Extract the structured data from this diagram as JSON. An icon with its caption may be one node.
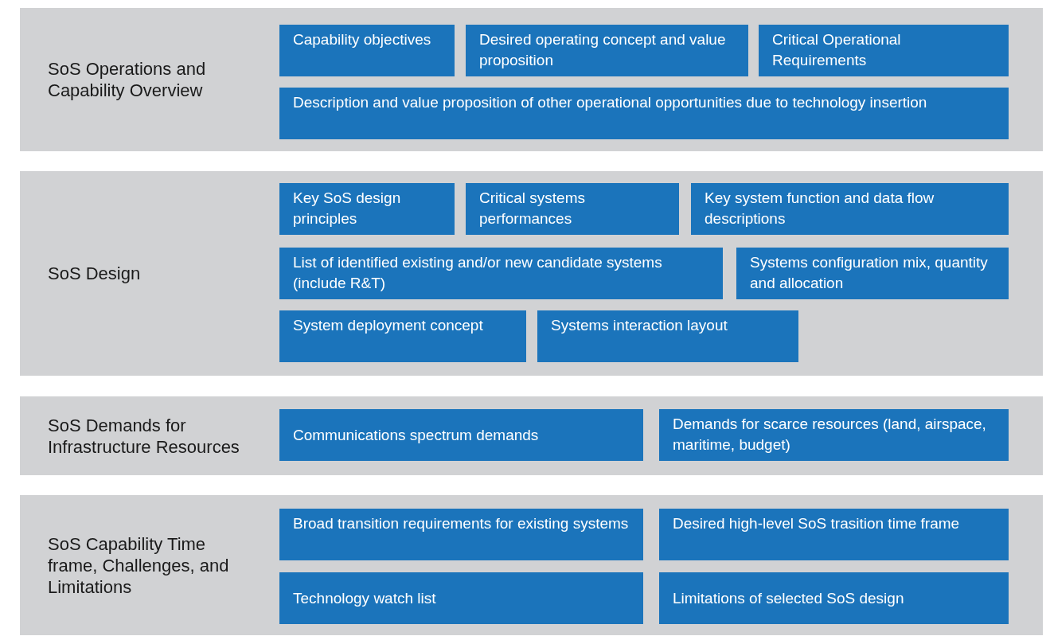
{
  "diagram": {
    "nodes": [
      {
        "text": [
          "SoS Operations and Capability Overview"
        ]
      },
      {
        "text": [
          "Capability objectives"
        ],
        "in": 0
      },
      {
        "text": [
          "Desired operating concept and value proposition"
        ],
        "in": 0
      },
      {
        "text": [
          "Critical Operational Requirements"
        ],
        "in": 0
      },
      {
        "text": [
          "Description and value proposition of other operational opportunities due to technology insertion"
        ],
        "in": 0
      },
      {
        "text": [
          "SoS Design"
        ]
      },
      {
        "text": [
          "Key SoS design principles"
        ],
        "in": 5
      },
      {
        "text": [
          "Critical systems performances"
        ],
        "in": 5
      },
      {
        "text": [
          "Key system function and data flow descriptions"
        ],
        "in": 5
      },
      {
        "text": [
          "List of identified existing and/or new candidate systems (include R&T)"
        ],
        "in": 5
      },
      {
        "text": [
          "Systems configuration mix, quantity and allocation"
        ],
        "in": 5
      },
      {
        "text": [
          "System deployment concept"
        ],
        "in": 5
      },
      {
        "text": [
          "Systems interaction layout"
        ],
        "in": 5
      },
      {
        "text": [
          "SoS Demands for Infrastructure Resources"
        ]
      },
      {
        "text": [
          "Communications spectrum demands"
        ],
        "in": 13
      },
      {
        "text": [
          "Demands for scarce resources (land, airspace, maritime, budget)"
        ],
        "in": 13
      },
      {
        "text": [
          "SoS Capability Time frame, Challenges, and Limitations"
        ]
      },
      {
        "text": [
          "Broad transition requirements for existing systems"
        ],
        "in": 16
      },
      {
        "text": [
          "Desired high-level SoS trasition time frame"
        ],
        "in": 16
      },
      {
        "text": [
          "Technology watch list"
        ],
        "in": 16
      },
      {
        "text": [
          "Limitations of selected SoS design"
        ],
        "in": 16
      }
    ]
  }
}
